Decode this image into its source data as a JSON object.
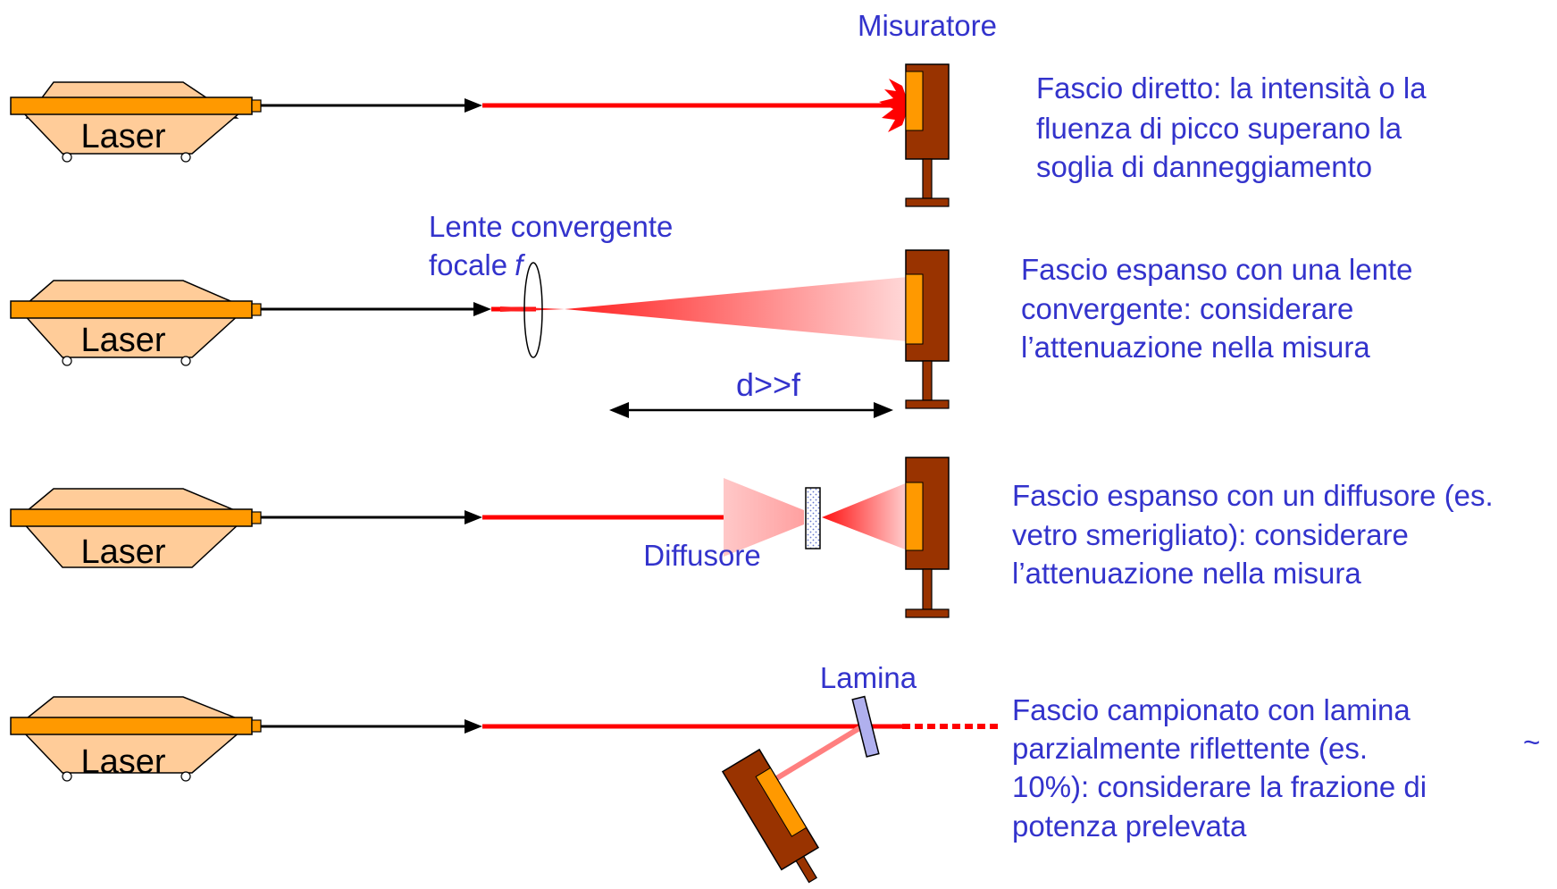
{
  "laser_label": "Laser",
  "labels": {
    "misuratore": "Misuratore",
    "lente_line1": "Lente convergente",
    "lente_line2": "focale",
    "lente_f": "f",
    "distance": "d>>f",
    "diffusore": "Diffusore",
    "lamina": "Lamina",
    "tilde": "~"
  },
  "rows": [
    {
      "id": "direct",
      "description": [
        "Fascio diretto: la intensità o la",
        "fluenza di picco superano la",
        "soglia di danneggiamento"
      ]
    },
    {
      "id": "lens",
      "description": [
        "Fascio espanso con una lente",
        "convergente: considerare",
        "l’attenuazione nella misura"
      ]
    },
    {
      "id": "diffuser",
      "description": [
        "Fascio espanso con un diffusore (es.",
        "vetro smerigliato): considerare",
        "l’attenuazione nella misura"
      ]
    },
    {
      "id": "plate",
      "description": [
        "Fascio campionato con lamina",
        "parzialmente riflettente (es.",
        "10%): considerare la frazione di",
        "potenza prelevata"
      ]
    }
  ],
  "colors": {
    "beam": "#ff0000",
    "laser_body": "#ff9900",
    "laser_base": "#ffcc99",
    "meter_body": "#993300",
    "meter_window": "#ff9900",
    "text": "#3333cc"
  }
}
